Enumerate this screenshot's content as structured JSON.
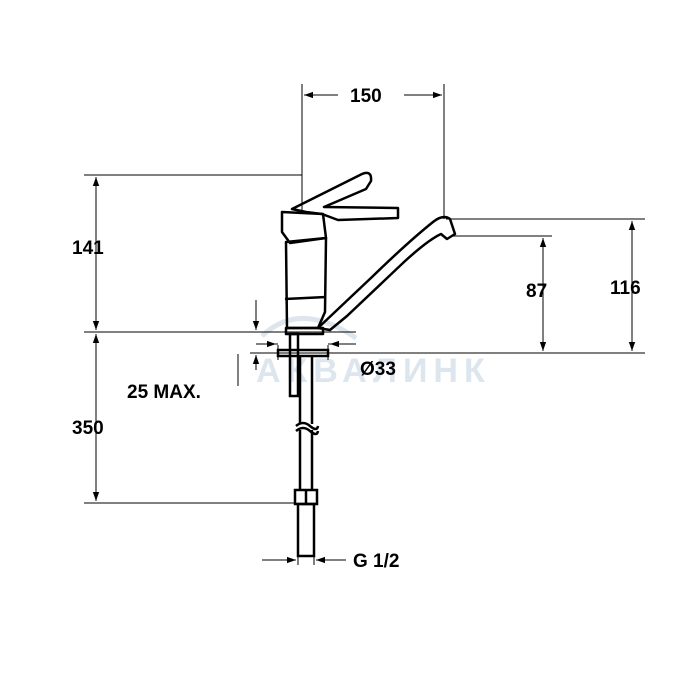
{
  "colors": {
    "line": "#000000",
    "watermark": "#dde6ee",
    "background": "#ffffff"
  },
  "watermark": {
    "text": "АКВАЛИНК"
  },
  "dimensions": {
    "width_top": "150",
    "height_left_top": "141",
    "height_spout_inner": "87",
    "height_spout_outer": "116",
    "diameter_base": "Ø33",
    "max_thickness": "25 MAX.",
    "hose_length": "350",
    "hose_thread": "G 1/2"
  }
}
